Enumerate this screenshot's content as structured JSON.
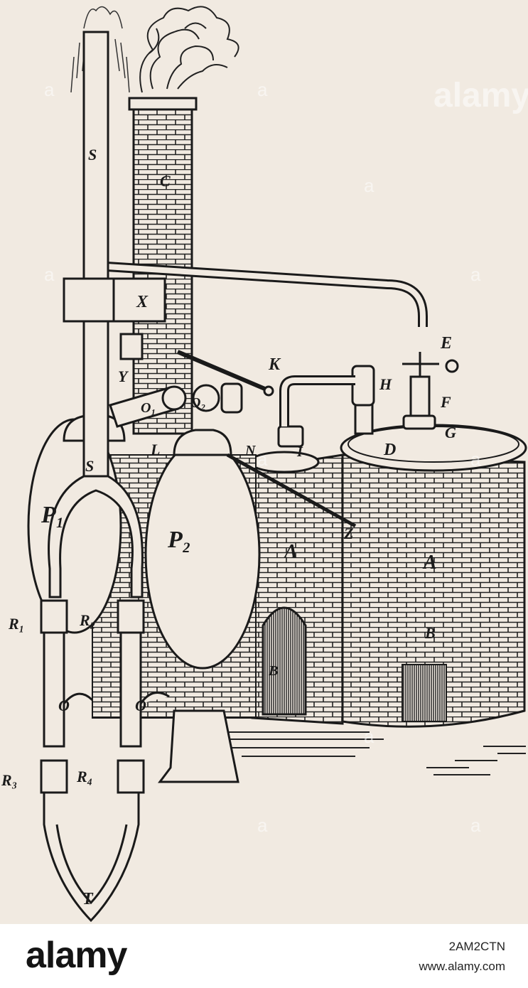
{
  "labels": {
    "S_top": "S",
    "S_bottom": "S",
    "C": "C",
    "X": "X",
    "Y": "Y",
    "O1": "O₁",
    "O2": "O₂",
    "K": "K",
    "H": "H",
    "E": "E",
    "F": "F",
    "G": "G",
    "D": "D",
    "L": "L",
    "N": "N",
    "I": "I",
    "Z": "Z",
    "P1": "P₁",
    "P2": "P₂",
    "A_left": "A",
    "A_right": "A",
    "B_left": "B",
    "B_right": "B",
    "R1": "R₁",
    "R2": "R₂",
    "R3": "R₃",
    "R4": "R₄",
    "O_left": "O",
    "O_right": "O",
    "T": "T"
  },
  "watermark": {
    "text": "alamy",
    "small_mark": "a"
  },
  "footer": {
    "logo": "alamy",
    "image_id": "2AM2CTN",
    "url": "www.alamy.com"
  }
}
